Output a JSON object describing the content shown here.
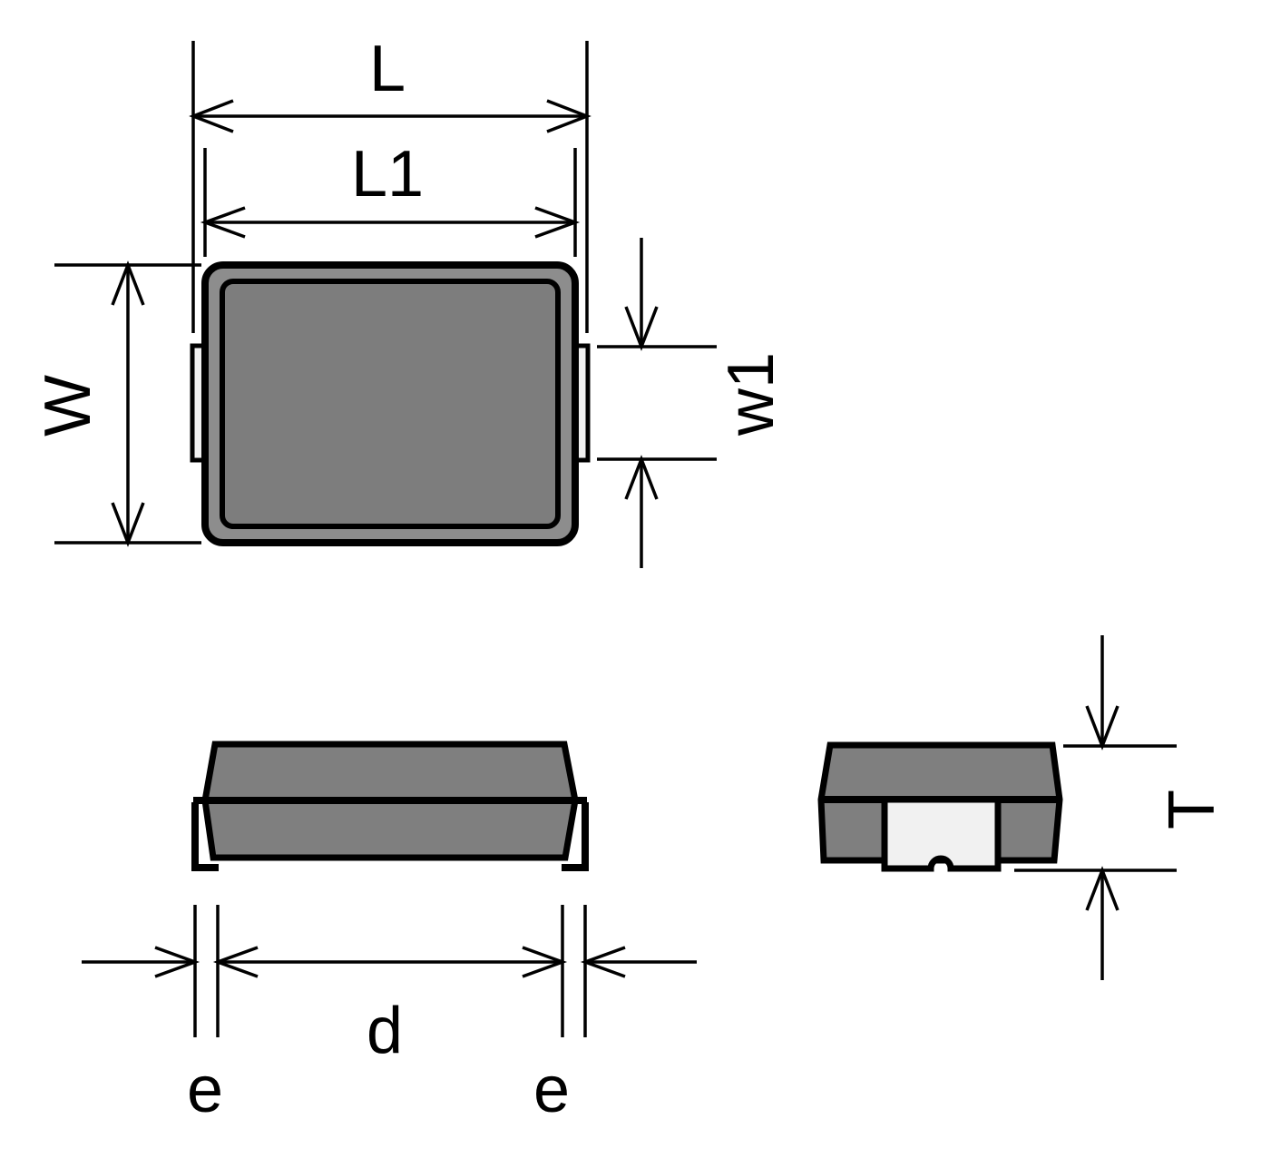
{
  "drawing": {
    "type": "package-dimension-drawing",
    "views": {
      "top_view": {
        "dim_overall_length": "L",
        "dim_body_length": "L1",
        "dim_overall_width": "W",
        "dim_terminal_width": "w1"
      },
      "side_view": {
        "dim_pad_distance": "d",
        "dim_terminal_left": "e",
        "dim_terminal_right": "e"
      },
      "end_view": {
        "dim_thickness": "T"
      }
    },
    "colors": {
      "line": "#000000",
      "body_fill": "#7f7f7f",
      "body_ring_fill": "#8d8d8d",
      "body_inner_fill": "#7d7d7d",
      "terminal_fill": "#f1f1f1",
      "background": "#ffffff"
    }
  }
}
